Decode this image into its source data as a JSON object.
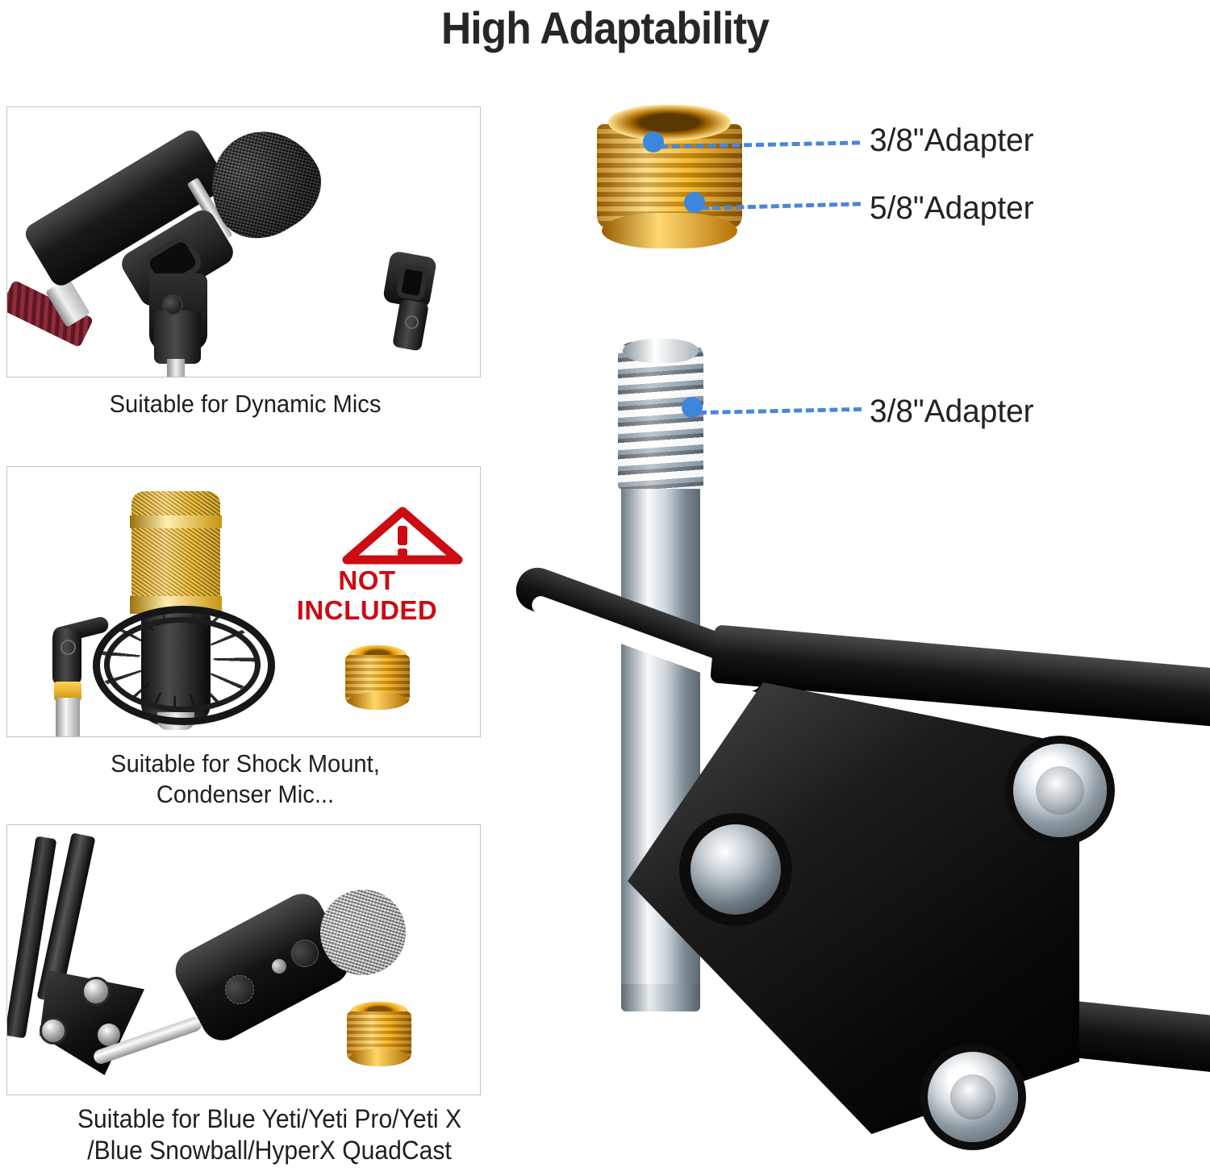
{
  "header": {
    "title": "High Adaptability"
  },
  "panels": [
    {
      "id": "panel-1",
      "caption": "Suitable for Dynamic Mics",
      "contents": [
        "dynamic-microphone",
        "microphone-clip"
      ]
    },
    {
      "id": "panel-2",
      "caption_line1": "Suitable for Shock Mount,",
      "caption_line2": "Condenser Mic...",
      "contents": [
        "condenser-microphone",
        "shock-mount",
        "warning-badge",
        "gold-adapter"
      ],
      "warning": {
        "icon": "warning-triangle-icon",
        "line1": "NOT",
        "line2": "INCLUDED",
        "color": "#cc0b12"
      }
    },
    {
      "id": "panel-3",
      "caption_line1": "Suitable for Blue Yeti/Yeti Pro/Yeti X",
      "caption_line2": "/Blue Snowball/HyperX QuadCast",
      "contents": [
        "usb-microphone",
        "boom-arm",
        "gold-adapter"
      ]
    }
  ],
  "callouts": [
    {
      "id": "callout-1",
      "label": "3/8\"Adapter",
      "target": "gold-adapter-inner-thread"
    },
    {
      "id": "callout-2",
      "label": "5/8\"Adapter",
      "target": "gold-adapter-outer-thread"
    },
    {
      "id": "callout-3",
      "label": "3/8\"Adapter",
      "target": "chrome-screw-thread"
    }
  ],
  "colors": {
    "title_text": "#262626",
    "caption_text": "#1f1f1f",
    "callout_blue": "#4a86d8",
    "callout_dot": "#3d86dd",
    "warning_red": "#cc0b12",
    "panel_border": "#b9c5c9",
    "gold": "#e8990a",
    "gold_light": "#ffd973",
    "chrome": "#cfd7dd",
    "background": "#ffffff"
  }
}
